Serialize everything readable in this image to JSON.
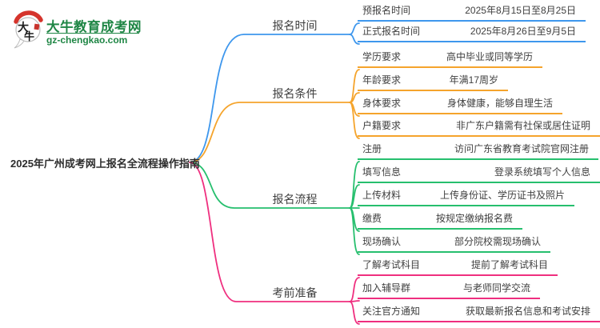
{
  "logo": {
    "icon_text": "大牛",
    "title": "大牛教育成考网",
    "domain": "gz-chengkao.com",
    "brand_green": "#1f8645",
    "brand_red": "#d5342c"
  },
  "center": {
    "title": "2025年广州成考网上报名全流程操作指南"
  },
  "branches": [
    {
      "label": "报名时间",
      "color": "#3e97ed",
      "items": [
        {
          "label": "预报名时间",
          "value": "2025年8月15日至8月25日"
        },
        {
          "label": "正式报名时间",
          "value": "2025年8月26日至9月5日"
        }
      ]
    },
    {
      "label": "报名条件",
      "color": "#f5a42c",
      "items": [
        {
          "label": "学历要求",
          "value": "高中毕业或同等学历"
        },
        {
          "label": "年龄要求",
          "value": "年满17周岁"
        },
        {
          "label": "身体要求",
          "value": "身体健康，能够自理生活"
        },
        {
          "label": "户籍要求",
          "value": "非广东户籍需有社保或居住证明"
        }
      ]
    },
    {
      "label": "报名流程",
      "color": "#26bf6e",
      "items": [
        {
          "label": "注册",
          "value": "访问广东省教育考试院官网注册"
        },
        {
          "label": "填写信息",
          "value": "登录系统填写个人信息"
        },
        {
          "label": "上传材料",
          "value": "上传身份证、学历证书及照片"
        },
        {
          "label": "缴费",
          "value": "按规定缴纳报名费"
        },
        {
          "label": "现场确认",
          "value": "部分院校需现场确认"
        }
      ]
    },
    {
      "label": "考前准备",
      "color": "#ef2f7f",
      "items": [
        {
          "label": "了解考试科目",
          "value": "提前了解考试科目"
        },
        {
          "label": "加入辅导群",
          "value": "与老师同学交流"
        },
        {
          "label": "关注官方通知",
          "value": "获取最新报名信息和考试安排"
        }
      ]
    }
  ]
}
